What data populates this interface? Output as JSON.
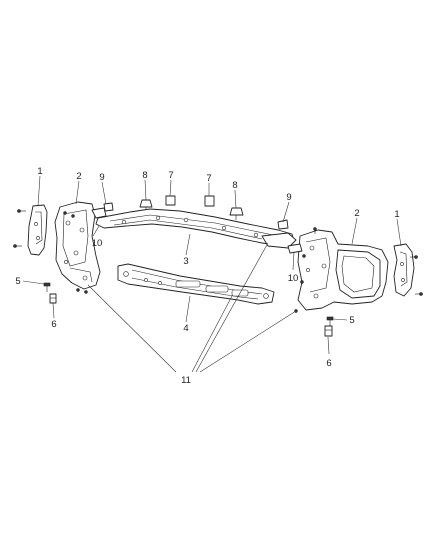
{
  "callouts": {
    "c1_left": "1",
    "c2_left": "2",
    "c9_left": "9",
    "c8_left": "8",
    "c7_left": "7",
    "c7_right": "7",
    "c8_right": "8",
    "c9_right": "9",
    "c2_right": "2",
    "c1_right": "1",
    "c10_left": "10",
    "c3": "3",
    "c10_right": "10",
    "c5_left": "5",
    "c6_left": "6",
    "c4": "4",
    "c5_right": "5",
    "c6_right": "6",
    "c11": "11"
  }
}
